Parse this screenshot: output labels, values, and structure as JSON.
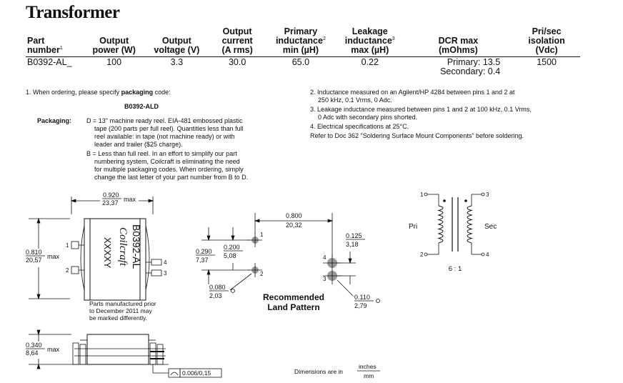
{
  "title": "Transformer",
  "table": {
    "headers": [
      {
        "lines": [
          "Part",
          "number"
        ],
        "sup": "1"
      },
      {
        "lines": [
          "Output",
          "power (W)"
        ],
        "sup": ""
      },
      {
        "lines": [
          "Output",
          "voltage (V)"
        ],
        "sup": ""
      },
      {
        "lines": [
          "Output",
          "current",
          "(A rms)"
        ],
        "sup": ""
      },
      {
        "lines": [
          "Primary",
          "inductance",
          "min (µH)"
        ],
        "sup": "2"
      },
      {
        "lines": [
          "Leakage",
          "inductance",
          "max (µH)"
        ],
        "sup": "3"
      },
      {
        "lines": [
          "DCR max",
          "(mOhms)"
        ],
        "sup": ""
      },
      {
        "lines": [
          "Pri/sec",
          "isolation",
          "(Vdc)"
        ],
        "sup": ""
      }
    ],
    "row": {
      "part": "B0392-AL_",
      "power": "100",
      "voltage": "3.3",
      "current": "30.0",
      "primary_ind": "65.0",
      "leakage_ind": "0.22",
      "dcr_primary": "Primary: 13.5",
      "dcr_secondary": "Secondary:  0.4",
      "isolation": "1500"
    }
  },
  "notes_left": {
    "note1_prefix": "1. When ordering, please specify ",
    "note1_bold": "packaging",
    "note1_suffix": " code:",
    "example_code": "B0392-ALD",
    "packaging_label": "Packaging:",
    "d_text": [
      "D = 13\" machine ready reel. EIA-481 embossed plastic",
      "tape (200 parts per full reel). Quantities less than full",
      "reel available: in tape (not machine ready) or with",
      "leader and trailer ($25 charge)."
    ],
    "b_text": [
      "B = Less than full reel. In an effort to simplify our part",
      "numbering system, Coilcraft is eliminating the need",
      "for multiple packaging codes. When ordering, simply",
      "change the last letter of your part number from B to D."
    ]
  },
  "notes_right": [
    [
      "2. Inductance measured on an Agilent/HP 4284 between pins 1 and 2 at",
      "250 kHz, 0.1 Vrms, 0 Adc."
    ],
    [
      "3. Leakage inductance measured between pins 1 and 2 at 100 kHz, 0.1 Vrms,",
      "0 Adc with secondary pins shorted."
    ],
    [
      "4. Electrical specifications at 25°C."
    ],
    [
      "Refer to Doc 362 \"Soldering Surface Mount Components\" before soldering."
    ]
  ],
  "drawing": {
    "width_in": "0.920",
    "width_mm": "23,37",
    "max": "max",
    "height_in": "0.810",
    "height_mm": "20,57",
    "side_in": "0.340",
    "side_mm": "8,64",
    "part_marking": "B0392-AL",
    "brand_marking": "Coilcraft",
    "code_marking": "XXXXY",
    "pins": [
      "1",
      "2",
      "3",
      "4"
    ],
    "note": [
      "Parts manufactured prior",
      "to December 2011 may",
      "be marked differently."
    ],
    "flatness": "0.006/0,15"
  },
  "land_pattern": {
    "span_in": "0.800",
    "span_mm": "20,32",
    "pad_pitch_in": "0.125",
    "pad_pitch_mm": "3,18",
    "v1_in": "0.290",
    "v1_mm": "7,37",
    "v2_in": "0.200",
    "v2_mm": "5,08",
    "small_pad_in": "0.080",
    "small_pad_mm": "2,03",
    "large_pad_in": "0.110",
    "large_pad_mm": "2,79",
    "title_line1": "Recommended",
    "title_line2": "Land Pattern"
  },
  "schematic": {
    "pri": "Pri",
    "sec": "Sec",
    "ratio": "6 : 1",
    "pins": [
      "1",
      "2",
      "3",
      "4"
    ]
  },
  "units": {
    "prefix": "Dimensions are in",
    "num": "inches",
    "den": "mm"
  }
}
